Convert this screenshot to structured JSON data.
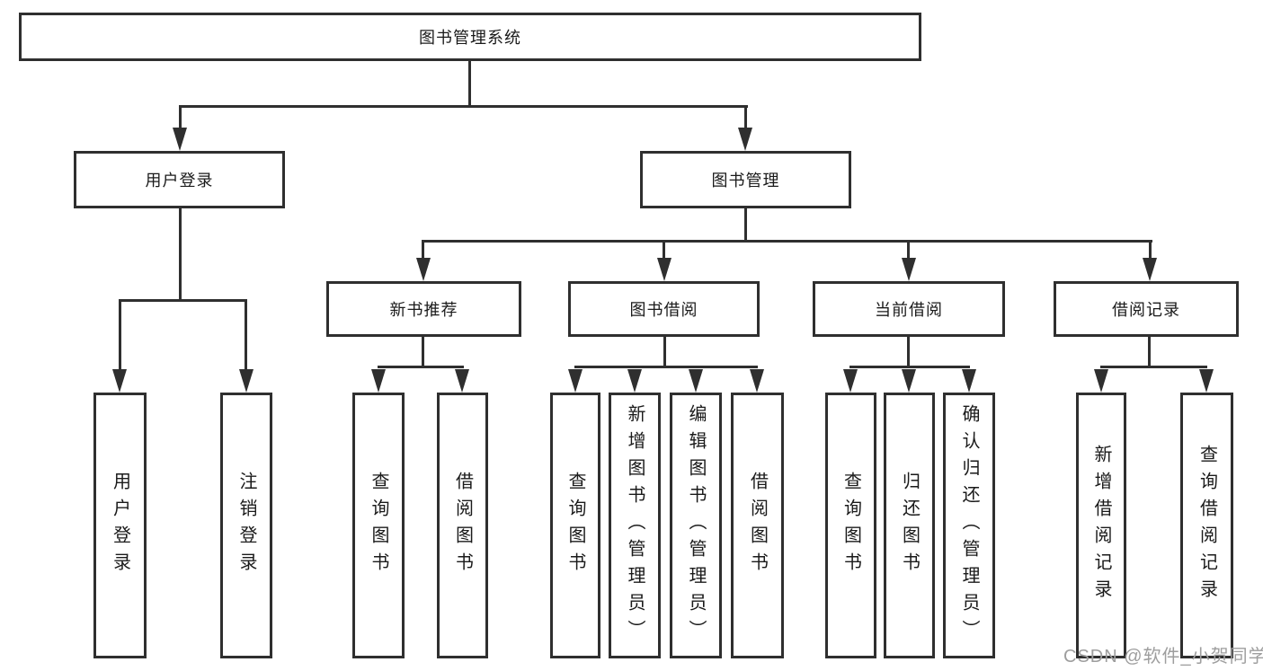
{
  "diagram": {
    "title": "图书管理系统",
    "colors": {
      "line": "#2f2f2f",
      "box_background": "#ffffff",
      "text": "#1a1a1a",
      "watermark": "#9e9e9e"
    },
    "nodes": {
      "root": "图书管理系统",
      "level2": [
        "用户登录",
        "图书管理"
      ],
      "level3": [
        "新书推荐",
        "图书借阅",
        "当前借阅",
        "借阅记录"
      ],
      "leaves": [
        "用户登录",
        "注销登录",
        "查询图书",
        "借阅图书",
        "查询图书",
        "新增图书（管理员）",
        "编辑图书（管理员）",
        "借阅图书",
        "查询图书",
        "归还图书",
        "确认归还（管理员）",
        "新增借阅记录",
        "查询借阅记录"
      ]
    },
    "watermark": "CSDN @软件_小贺同学"
  }
}
